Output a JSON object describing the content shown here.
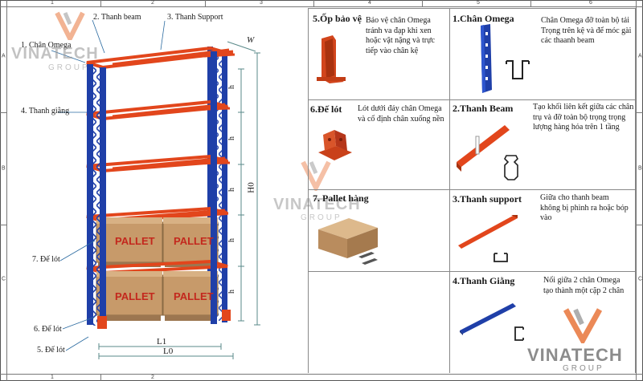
{
  "rulers": {
    "top": [
      "1",
      "2",
      "3",
      "4",
      "5",
      "6"
    ],
    "left": [
      "A",
      "B",
      "C"
    ]
  },
  "rack_callouts": {
    "chan_omega": "1. Chân Omega",
    "thanh_beam": "2. Thanh beam",
    "thanh_support": "3. Thanh Support",
    "thanh_giang": "4. Thanh giằng",
    "de_lot_5": "5. Đế lót",
    "de_lot_6": "6. Đế lót",
    "de_lot_7": "7. Đế lót"
  },
  "dimensions": {
    "w": "W",
    "h": "h",
    "h0": "H0",
    "l1": "L1",
    "l0": "L0"
  },
  "pallet_label": "PALLET",
  "logo": {
    "name": "VINATECH",
    "sub": "GROUP"
  },
  "components": {
    "op_bao_ve": {
      "title": "5.Ốp bảo vệ",
      "desc": "Bảo vệ chân Omega tránh va đạp khi xen hoặc vật nặng và trực tiếp vào chân kệ"
    },
    "chan_omega": {
      "title": "1.Chân Omega",
      "desc": "Chân Omega đỡ toàn bộ tải Trọng trên kệ và để móc gài các thaanh beam"
    },
    "de_lot": {
      "title": "6.Đế lót",
      "desc": "Lót dưới đáy chân Omega và cố định chân xuống nền"
    },
    "thanh_beam": {
      "title": "2.Thanh Beam",
      "desc": "Tạo khối liên kết giữa các chân trụ và đỡ toàn bộ trọng trọng lượng hàng hóa trên 1 tầng"
    },
    "pallet_hang": {
      "title": "7. Pallet hàng",
      "desc": ""
    },
    "thanh_support": {
      "title": "3.Thanh support",
      "desc": "Giữa cho thanh beam không bị phình ra hoặc bóp vào"
    },
    "thanh_giang": {
      "title": "4.Thanh Giằng",
      "desc": "Nối giữa 2 chân Omega tạo thành một cặp 2 chân"
    }
  },
  "colors": {
    "upright_blue": "#1f3fa8",
    "beam_orange": "#e2461c",
    "pallet_brown": "#c79a6a",
    "logo_orange": "#e8743a",
    "logo_gray": "#8c8c8c"
  }
}
